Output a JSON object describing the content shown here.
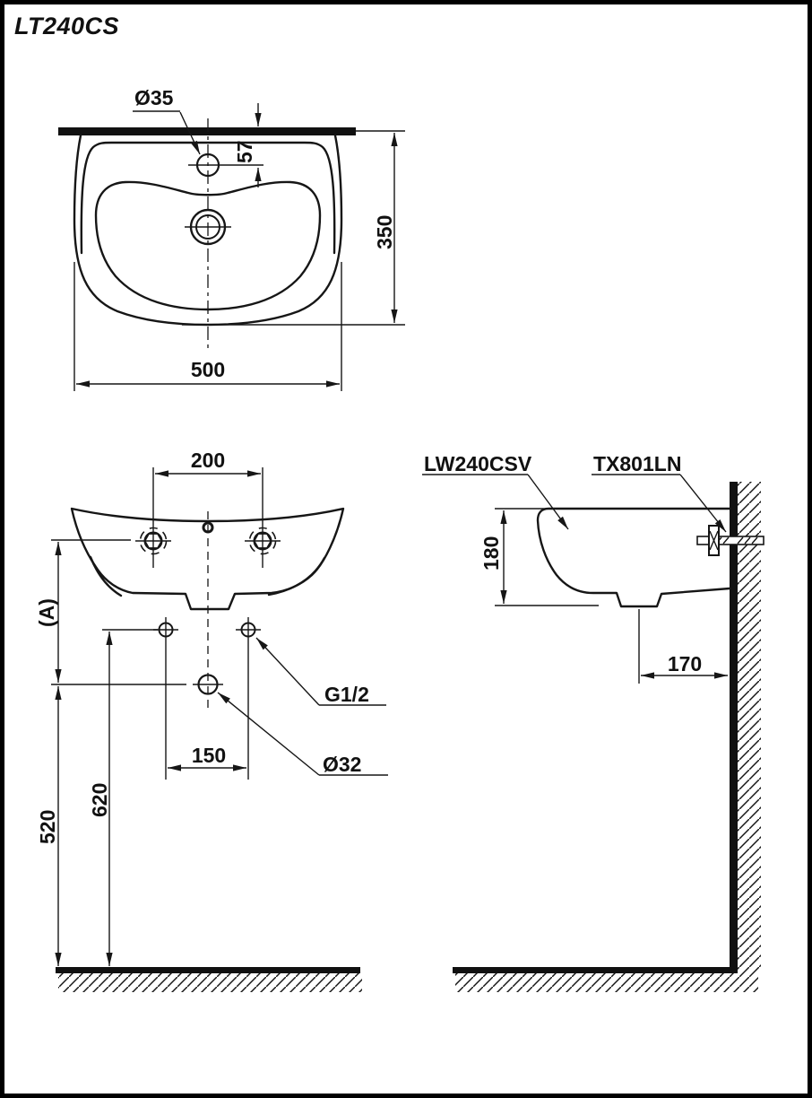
{
  "title": "LT240CS",
  "top_view": {
    "faucet_hole": "Ø35",
    "hole_to_wall": "57",
    "depth": "350",
    "width": "500"
  },
  "front_view": {
    "bolt_spacing": "200",
    "mount_height": "(A)",
    "supply_label": "G1/2",
    "drain_label": "Ø32",
    "supply_spacing": "150",
    "supply_height": "620",
    "drain_height": "520"
  },
  "side_view": {
    "basin_model": "LW240CSV",
    "fitting_model": "TX801LN",
    "height": "180",
    "outlet_to_wall": "170"
  }
}
